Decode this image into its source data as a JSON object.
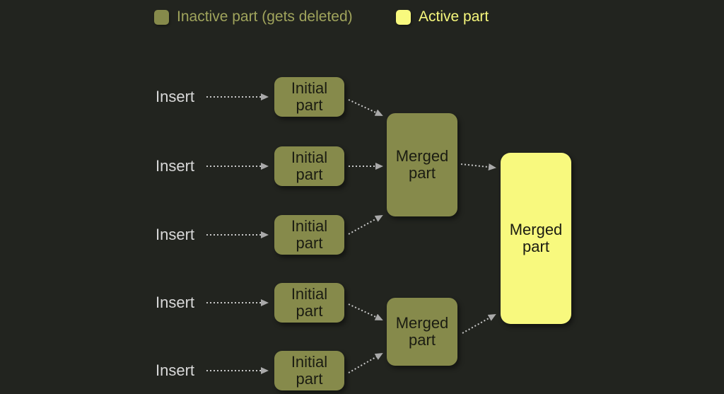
{
  "colors": {
    "background": "#22241f",
    "inactive_part": "#868a4b",
    "active_part": "#f8f97e",
    "node_text": "#1b1c12",
    "insert_text": "#d9d9d9",
    "legend_inactive_text": "#a0a45c",
    "legend_active_text": "#f6f77c",
    "arrow_dots": "#c8c8c8",
    "arrowhead": "#a9a9a9"
  },
  "legend": {
    "items": [
      {
        "label": "Inactive part (gets deleted)",
        "status": "inactive"
      },
      {
        "label": "Active part",
        "status": "active"
      }
    ]
  },
  "diagram": {
    "inserts": [
      {
        "label": "Insert"
      },
      {
        "label": "Insert"
      },
      {
        "label": "Insert"
      },
      {
        "label": "Insert"
      },
      {
        "label": "Insert"
      }
    ],
    "initial_parts": [
      {
        "label": "Initial part"
      },
      {
        "label": "Initial part"
      },
      {
        "label": "Initial part"
      },
      {
        "label": "Initial part"
      },
      {
        "label": "Initial part"
      }
    ],
    "merged_parts": [
      {
        "label": "Merged part"
      },
      {
        "label": "Merged part"
      }
    ],
    "final_part": {
      "label": "Merged part"
    }
  }
}
